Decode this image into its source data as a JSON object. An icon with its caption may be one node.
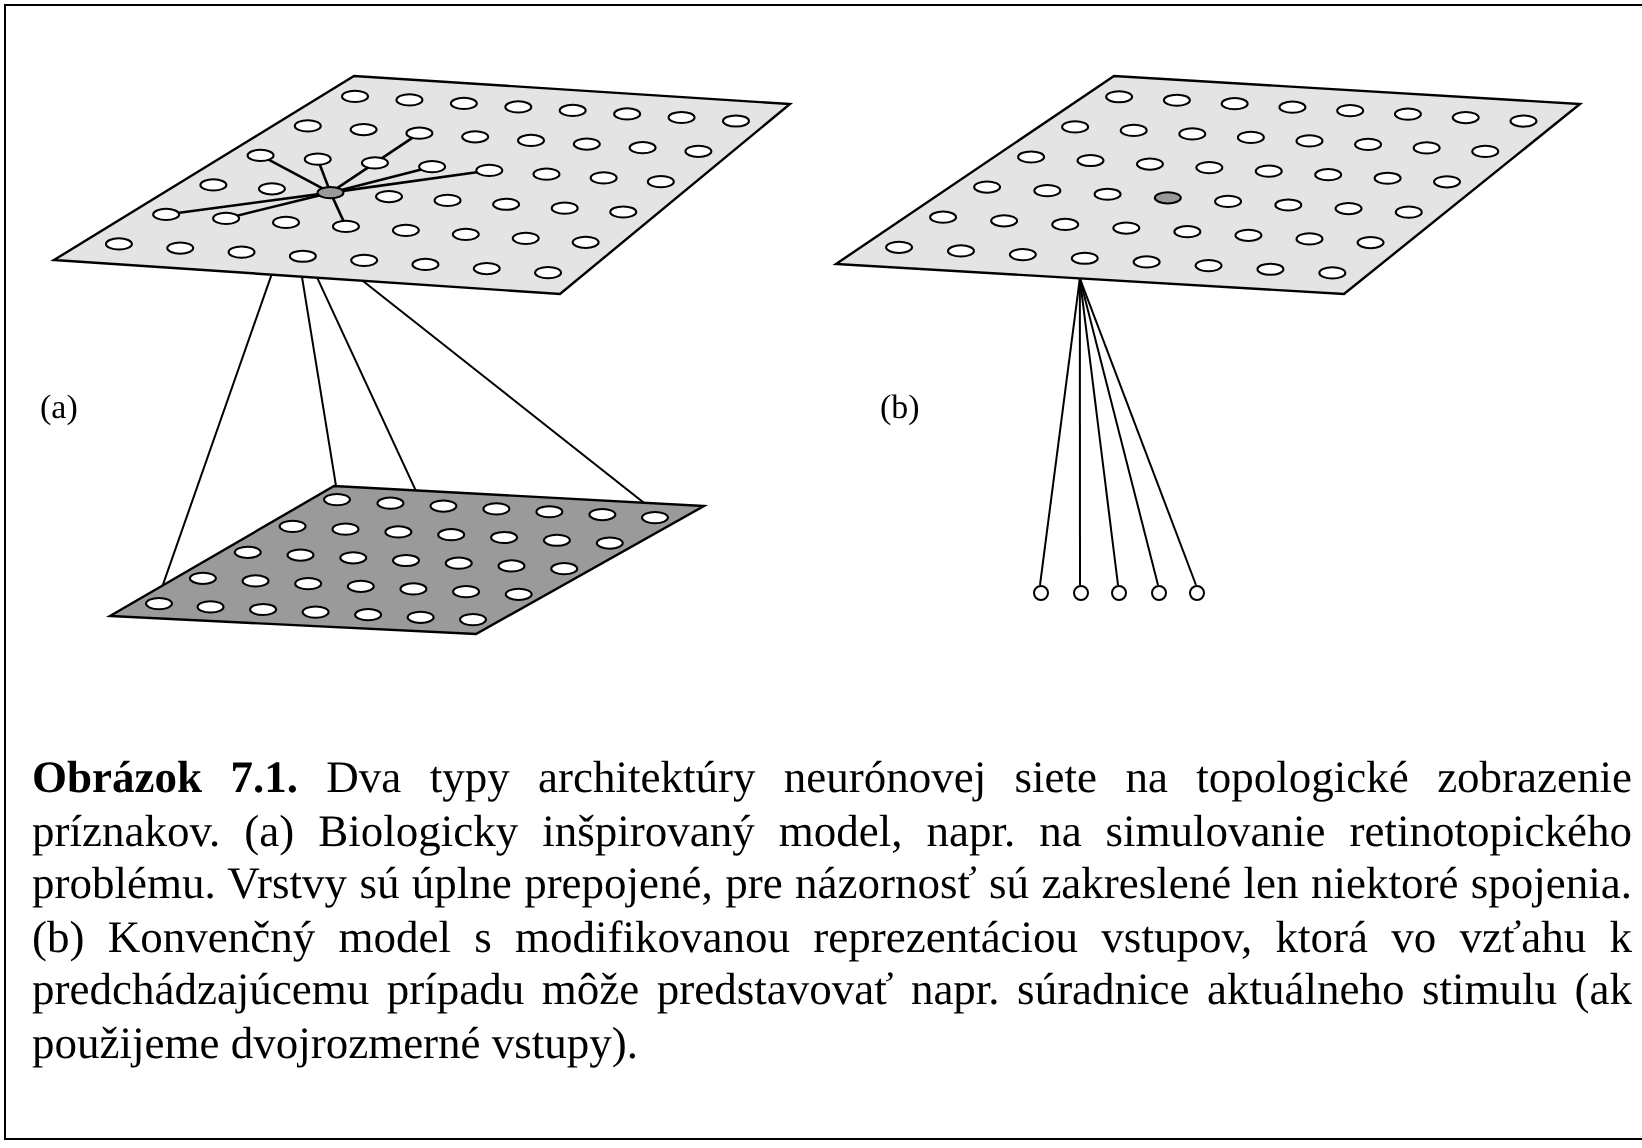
{
  "diagram": {
    "caption": "**Obrázok 7.1.** Dva typy architektúry neurónovej siete na topologické zobrazenie príznakov. (a) Biologicky inšpirovaný model, napr. na simulovanie retinotopického problému. Vrstvy sú úplne prepojené, pre názornosť sú zakreslené len niektoré spojenia. (b) Konvenčný model s modifikovanou reprezentáciou vstupov, ktorá vo vzťahu k predchádzajúcemu prípadu môže predstavovať napr. súradnice aktuálneho stimulu (ak použijeme dvojrozmerné vstupy).",
    "nodes": [
      {
        "text": [],
        "shape": "box"
      },
      {
        "text": [],
        "shape": "box"
      },
      {
        "text": [],
        "shape": "circle",
        "in": 1
      },
      {
        "text": [],
        "shape": "circle",
        "in": 1
      },
      {
        "text": [],
        "shape": "circle",
        "in": 1
      },
      {
        "text": [],
        "shape": "circle",
        "in": 1
      },
      {
        "text": [],
        "shape": "box"
      },
      {
        "text": [],
        "shape": "circle"
      },
      {
        "text": [],
        "shape": "circle"
      },
      {
        "text": [],
        "shape": "circle"
      },
      {
        "text": [],
        "shape": "circle"
      },
      {
        "text": [],
        "shape": "circle"
      }
    ],
    "edges": [
      {
        "from": 0,
        "to": 2,
        "arrow": "none"
      },
      {
        "from": 0,
        "to": 3,
        "arrow": "none"
      },
      {
        "from": 0,
        "to": 4,
        "arrow": "none"
      },
      {
        "from": 0,
        "to": 5,
        "arrow": "none"
      },
      {
        "from": 6,
        "to": 7,
        "arrow": "none"
      },
      {
        "from": 6,
        "to": 8,
        "arrow": "none"
      },
      {
        "from": 6,
        "to": 9,
        "arrow": "none"
      },
      {
        "from": 6,
        "to": 10,
        "arrow": "none"
      },
      {
        "from": 6,
        "to": 11,
        "arrow": "none"
      }
    ],
    "labels": [
      "(a)",
      "(b)"
    ]
  }
}
